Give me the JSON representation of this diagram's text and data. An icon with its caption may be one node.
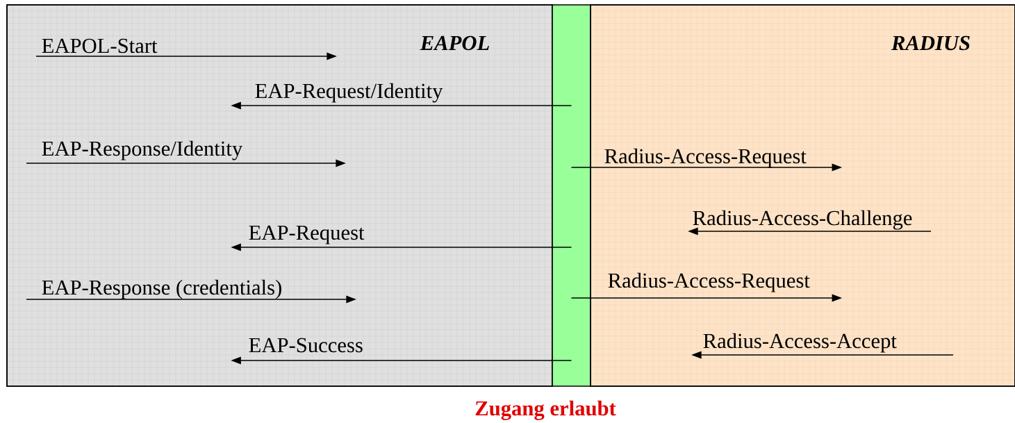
{
  "diagram": {
    "nodes": [
      {
        "text": [
          "EAPOL"
        ]
      },
      {
        "text": [],
        "shape": "bar"
      },
      {
        "text": [
          "RADIUS"
        ]
      }
    ],
    "edges": [
      {
        "from": 1,
        "to": 0,
        "arrow": "to",
        "label": "EAP-Request/Identity"
      },
      {
        "from": 1,
        "to": 2,
        "arrow": "to",
        "label": "Radius-Access-Request"
      },
      {
        "from": 1,
        "to": 0,
        "arrow": "to",
        "label": "EAP-Request"
      },
      {
        "from": 1,
        "to": 2,
        "arrow": "to",
        "label": "Radius-Access-Request"
      },
      {
        "from": 1,
        "to": 0,
        "arrow": "to",
        "label": "EAP-Success"
      }
    ],
    "labels": [
      "EAPOL-Start",
      "EAP-Response/Identity",
      "Radius-Access-Challenge",
      "EAP-Response (credentials)",
      "Radius-Access-Accept",
      "Zugang erlaubt"
    ]
  }
}
